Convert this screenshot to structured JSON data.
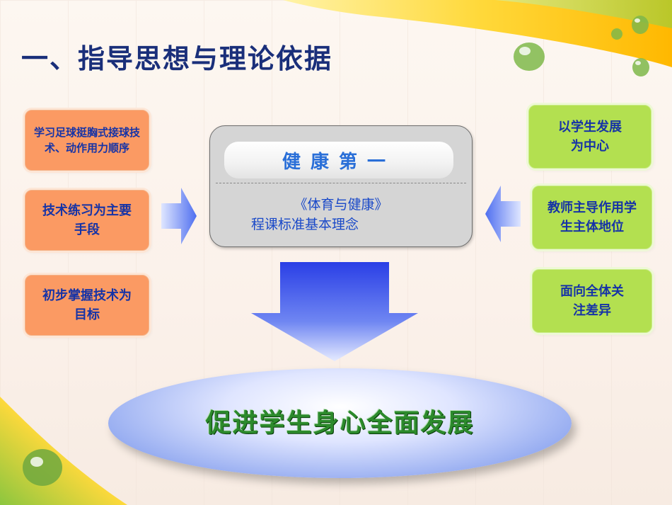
{
  "title": "一、指导思想与理论依据",
  "left_boxes": [
    {
      "text": "学习足球挺胸式接球技术、动作用力顺序"
    },
    {
      "text": "技术练习为主要手段"
    },
    {
      "text": "初步掌握技术为目标"
    }
  ],
  "right_boxes": [
    {
      "text": "以学生发展为中心"
    },
    {
      "text": "教师主导作用学生主体地位"
    },
    {
      "text": "面向全体关注差异"
    }
  ],
  "center": {
    "heading": "健康第一",
    "line1": "《体育与健康》",
    "line2": "程课标准基本理念"
  },
  "goal": "促进学生身心全面发展",
  "colors": {
    "title": "#1a2f7a",
    "orange_box": "#fb9a63",
    "green_box": "#b3e050",
    "box_text": "#1633a6",
    "arrow": "#2a4df0",
    "goal_text": "#2c8a2c"
  }
}
